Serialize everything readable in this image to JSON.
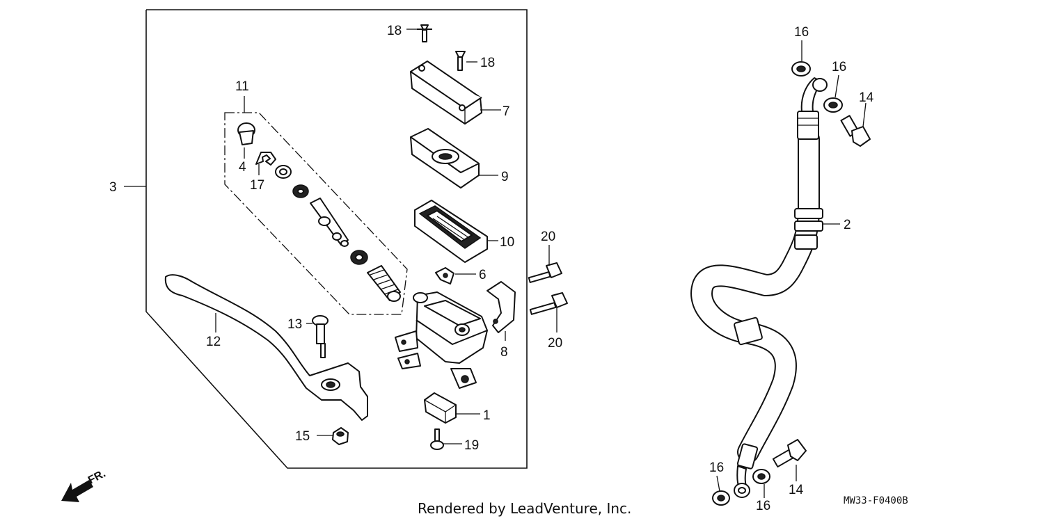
{
  "labels": {
    "l1": "1",
    "l2": "2",
    "l3": "3",
    "l4": "4",
    "l6": "6",
    "l7": "7",
    "l8": "8",
    "l9": "9",
    "l10": "10",
    "l11": "11",
    "l12": "12",
    "l13": "13",
    "l14a": "14",
    "l14b": "14",
    "l15": "15",
    "l16a": "16",
    "l16b": "16",
    "l16c": "16",
    "l16d": "16",
    "l17": "17",
    "l18a": "18",
    "l18b": "18",
    "l19": "19",
    "l20a": "20",
    "l20b": "20"
  },
  "direction_label": "FR.",
  "footer": {
    "rendered_by": "Rendered by LeadVenture, Inc.",
    "diagram_code": "MW33-F0400B"
  }
}
